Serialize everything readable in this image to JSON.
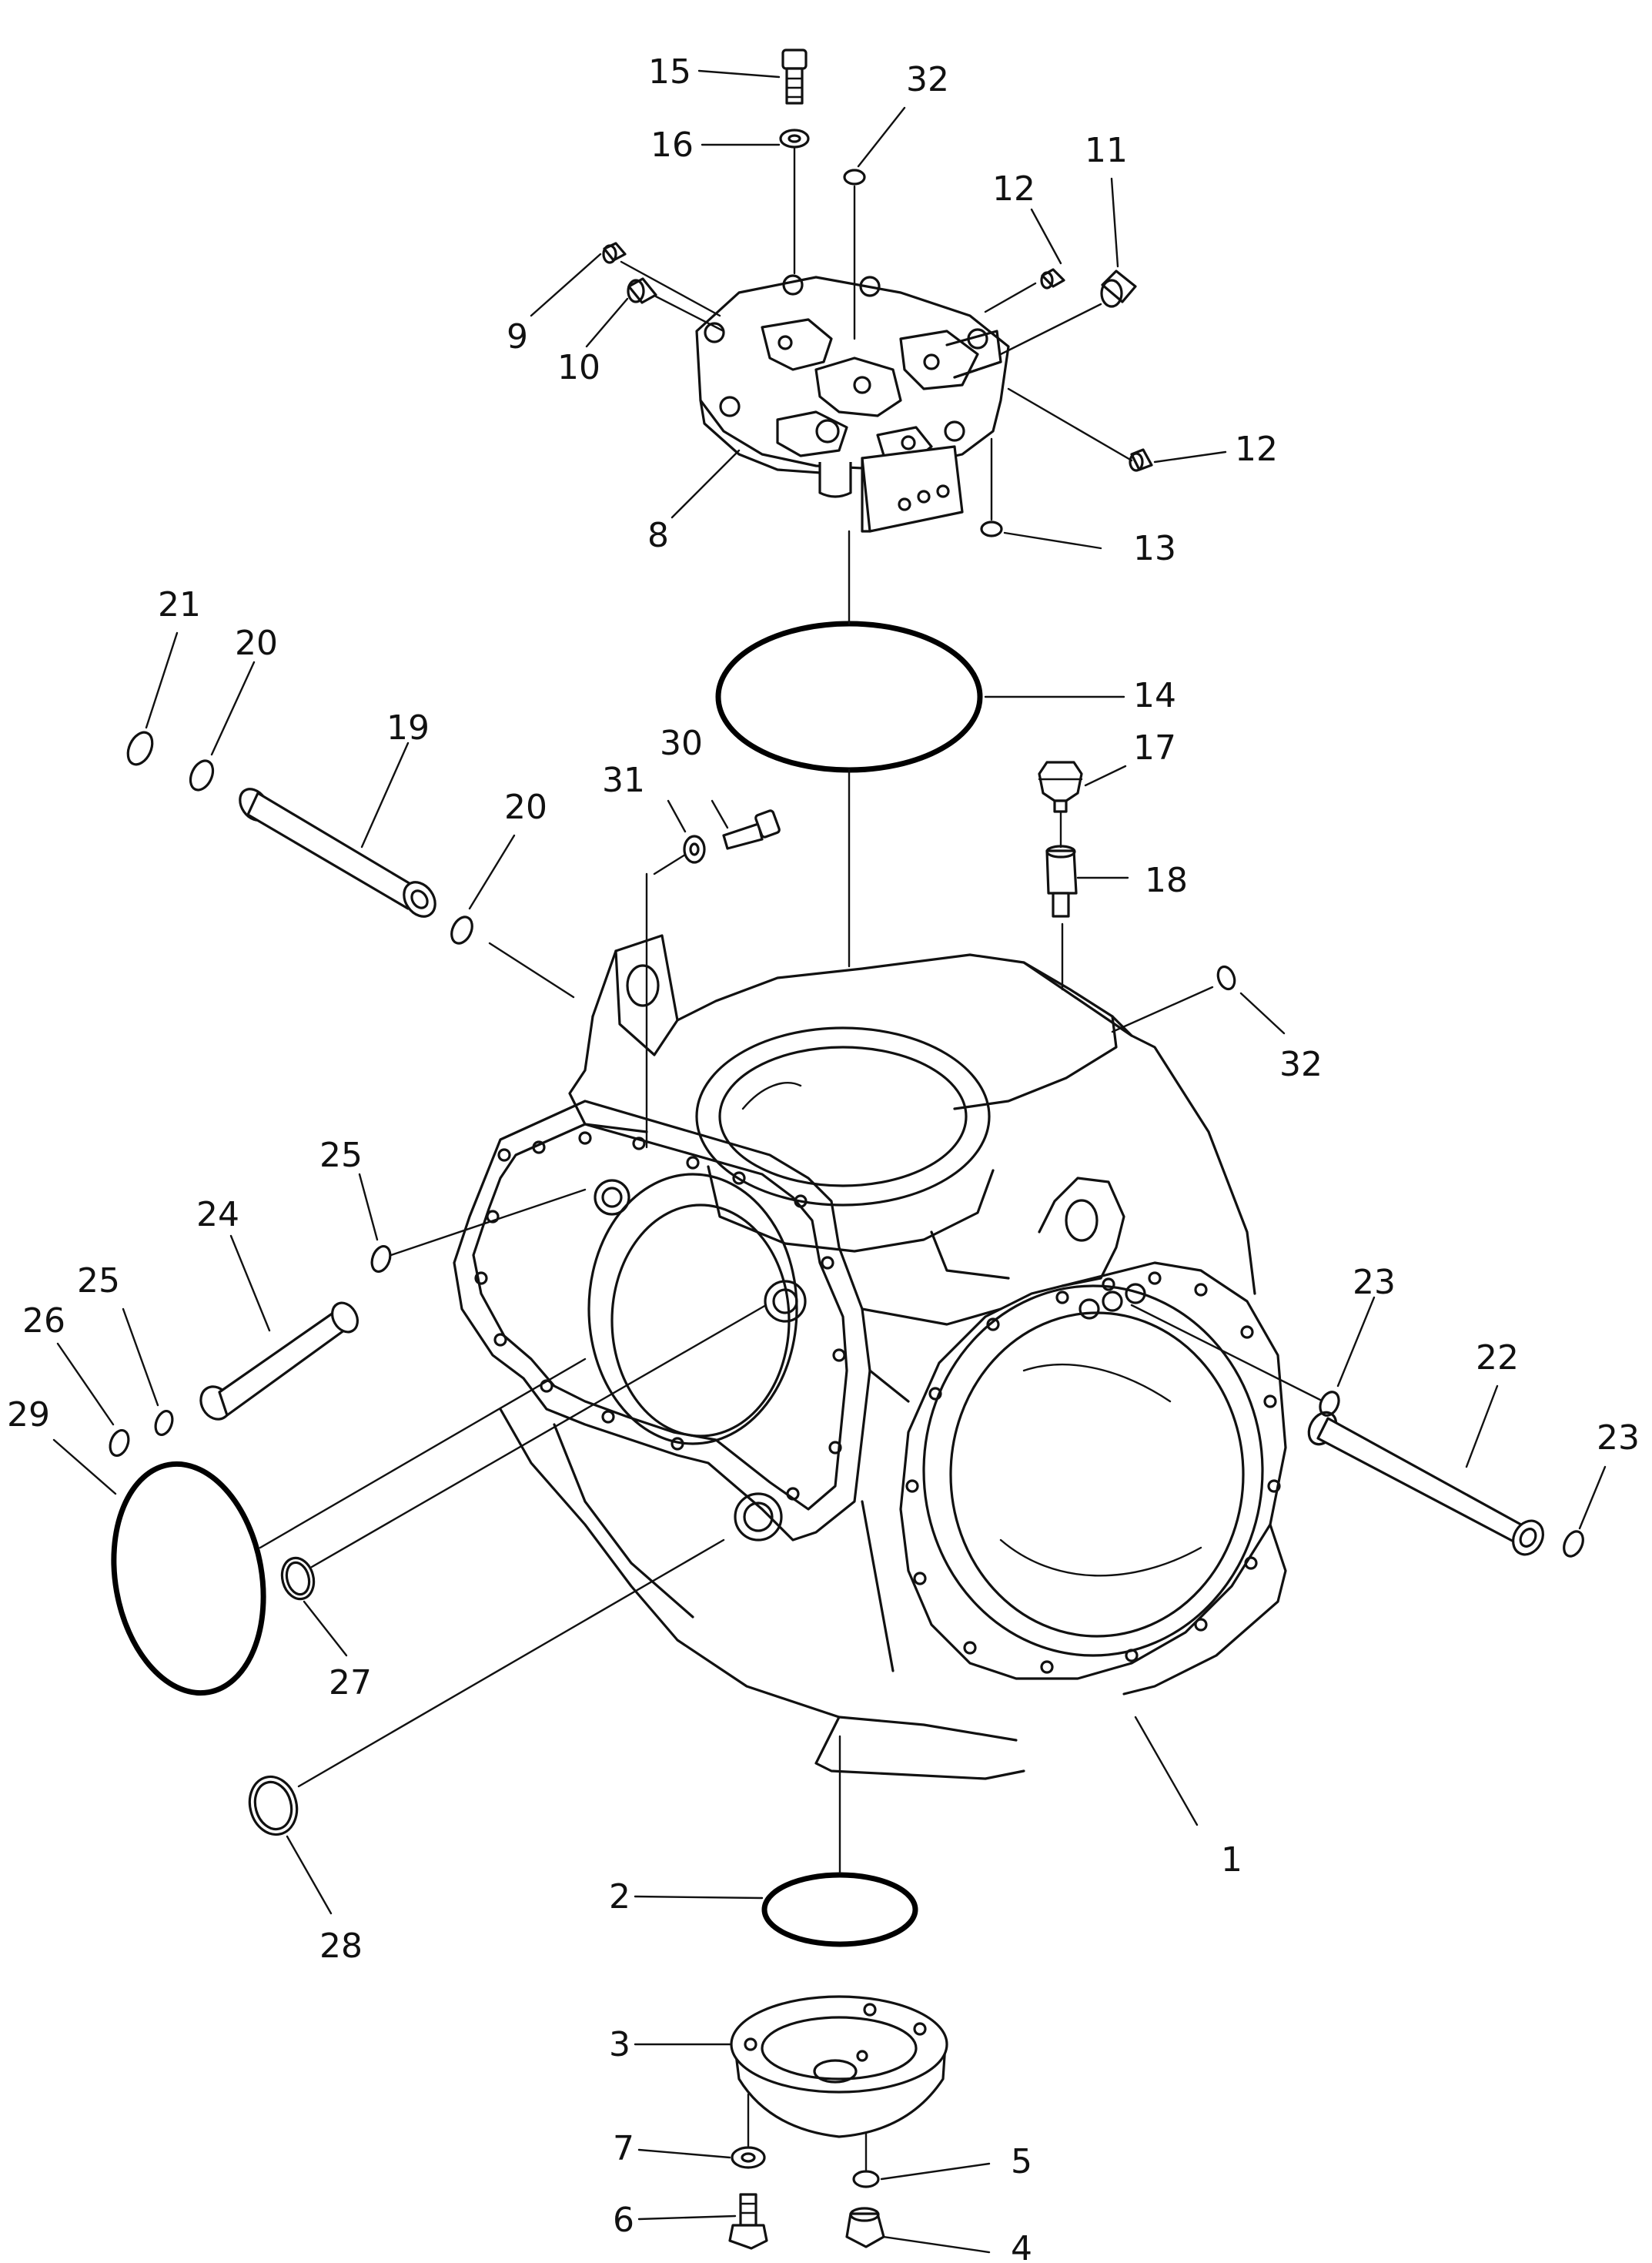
{
  "diagram": {
    "labels": [
      {
        "id": "1",
        "text": "1"
      },
      {
        "id": "2",
        "text": "2"
      },
      {
        "id": "3",
        "text": "3"
      },
      {
        "id": "4",
        "text": "4"
      },
      {
        "id": "5",
        "text": "5"
      },
      {
        "id": "6",
        "text": "6"
      },
      {
        "id": "7",
        "text": "7"
      },
      {
        "id": "8",
        "text": "8"
      },
      {
        "id": "9",
        "text": "9"
      },
      {
        "id": "10",
        "text": "10"
      },
      {
        "id": "11",
        "text": "11"
      },
      {
        "id": "12a",
        "text": "12"
      },
      {
        "id": "12b",
        "text": "12"
      },
      {
        "id": "13",
        "text": "13"
      },
      {
        "id": "14",
        "text": "14"
      },
      {
        "id": "15",
        "text": "15"
      },
      {
        "id": "16",
        "text": "16"
      },
      {
        "id": "17",
        "text": "17"
      },
      {
        "id": "18",
        "text": "18"
      },
      {
        "id": "19",
        "text": "19"
      },
      {
        "id": "20a",
        "text": "20"
      },
      {
        "id": "20b",
        "text": "20"
      },
      {
        "id": "21",
        "text": "21"
      },
      {
        "id": "22",
        "text": "22"
      },
      {
        "id": "23a",
        "text": "23"
      },
      {
        "id": "23b",
        "text": "23"
      },
      {
        "id": "24",
        "text": "24"
      },
      {
        "id": "25a",
        "text": "25"
      },
      {
        "id": "25b",
        "text": "25"
      },
      {
        "id": "26",
        "text": "26"
      },
      {
        "id": "27",
        "text": "27"
      },
      {
        "id": "28",
        "text": "28"
      },
      {
        "id": "29",
        "text": "29"
      },
      {
        "id": "30",
        "text": "30"
      },
      {
        "id": "31",
        "text": "31"
      },
      {
        "id": "32a",
        "text": "32"
      },
      {
        "id": "32b",
        "text": "32"
      }
    ]
  }
}
